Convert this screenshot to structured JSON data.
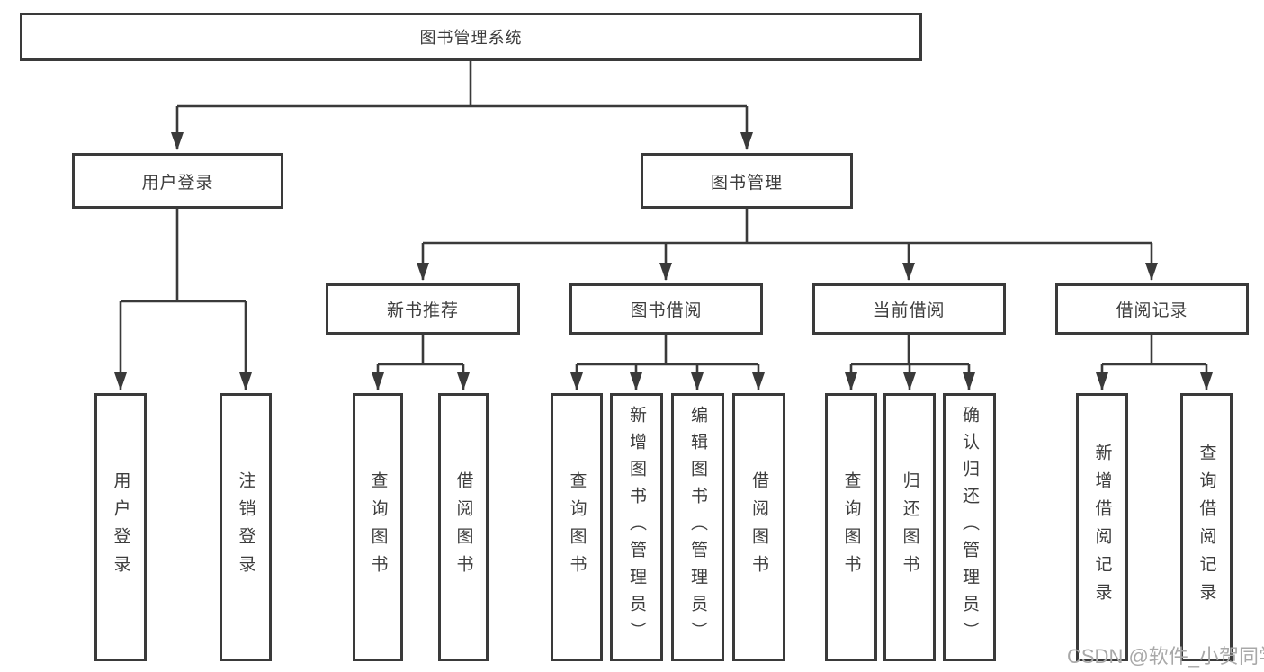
{
  "tree": {
    "root": {
      "label": "图书管理系统"
    },
    "children": [
      {
        "label": "用户登录",
        "children": [
          {
            "label": "用户登录"
          },
          {
            "label": "注销登录"
          }
        ]
      },
      {
        "label": "图书管理",
        "children": [
          {
            "label": "新书推荐",
            "children": [
              {
                "label": "查询图书"
              },
              {
                "label": "借阅图书"
              }
            ]
          },
          {
            "label": "图书借阅",
            "children": [
              {
                "label": "查询图书"
              },
              {
                "label": "新增图书（管理员）"
              },
              {
                "label": "编辑图书（管理员）"
              },
              {
                "label": "借阅图书"
              }
            ]
          },
          {
            "label": "当前借阅",
            "children": [
              {
                "label": "查询图书"
              },
              {
                "label": "归还图书"
              },
              {
                "label": "确认归还（管理员）"
              }
            ]
          },
          {
            "label": "借阅记录",
            "children": [
              {
                "label": "新增借阅记录"
              },
              {
                "label": "查询借阅记录"
              }
            ]
          }
        ]
      }
    ]
  },
  "watermark": {
    "text": "CSDN @软件_小贺同学"
  },
  "colors": {
    "line": "#3a3a3a",
    "box_border": "#3a3a3a",
    "text": "#3d3d3d",
    "watermark": "#a8a8a8",
    "background": "#ffffff"
  }
}
